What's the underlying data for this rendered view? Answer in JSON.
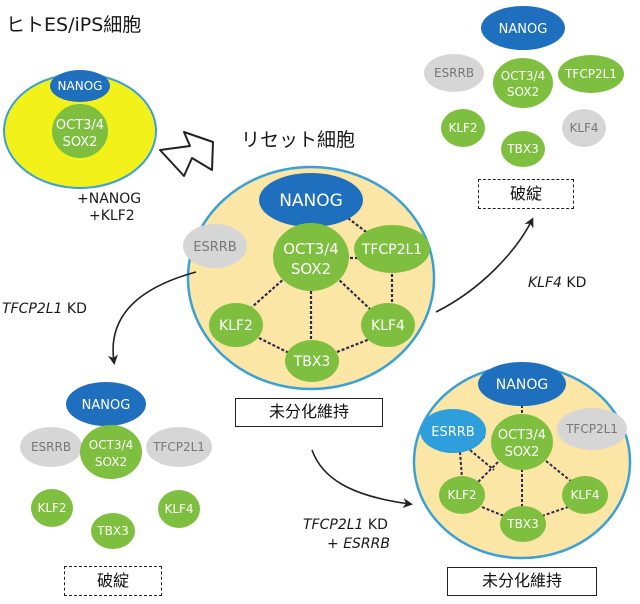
{
  "labels": {
    "human_cells": "ヒトES/iPS細胞",
    "reset_cells": "リセット細胞",
    "added_factors": [
      "+NANOG",
      "+KLF2"
    ],
    "kd_tfcp2l1_gene": "TFCP2L1",
    "kd_suffix": " KD",
    "kd_klf4_gene": "KLF4",
    "kd_esrrb_line1_gene": "TFCP2L1",
    "kd_esrrb_line2_prefix": "+ ",
    "kd_esrrb_line2_gene": "ESRRB"
  },
  "outcomes": {
    "maintained": "未分化維持",
    "collapse": "破綻"
  },
  "genes": {
    "nanog": "NANOG",
    "oct34": "OCT3/4",
    "sox2": "SOX2",
    "tfcp2l1": "TFCP2L1",
    "esrrb": "ESRRB",
    "klf2": "KLF2",
    "klf4": "KLF4",
    "tbx3": "TBX3"
  },
  "colors": {
    "green": "#7fbf3f",
    "nanog_blue": "#1f6fbf",
    "esrrb_cyan": "#2e9fdc",
    "inactive_gray": "#d6d6d6",
    "yellow_cell": "#f2f21a",
    "pale_cell": "#fbe6a6",
    "cell_border": "#3aa0d8"
  }
}
